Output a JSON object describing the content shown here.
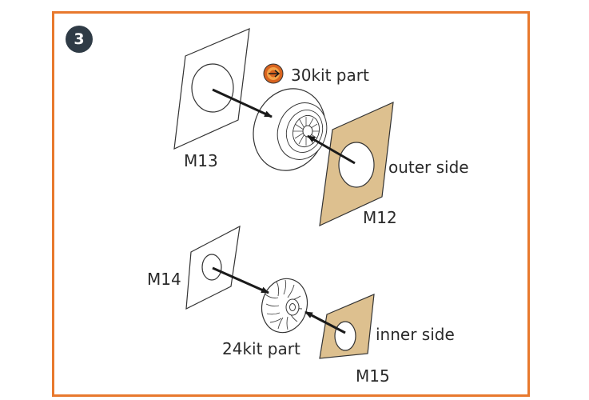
{
  "step": {
    "number": "3"
  },
  "labels": {
    "m13": "M13",
    "m12": "M12",
    "m14": "M14",
    "m15": "M15",
    "part_30": "30kit part",
    "part_24": "24kit part",
    "outer_side": "outer side",
    "inner_side": "inner side"
  },
  "icons": {
    "kit_part_marker": "target-arrow-icon"
  },
  "colors": {
    "frame": "#e8792d",
    "badge": "#2f3b46",
    "mask_fill": "#ddc08f",
    "marker_outer": "#d9641f",
    "marker_inner": "#f4a44a"
  }
}
